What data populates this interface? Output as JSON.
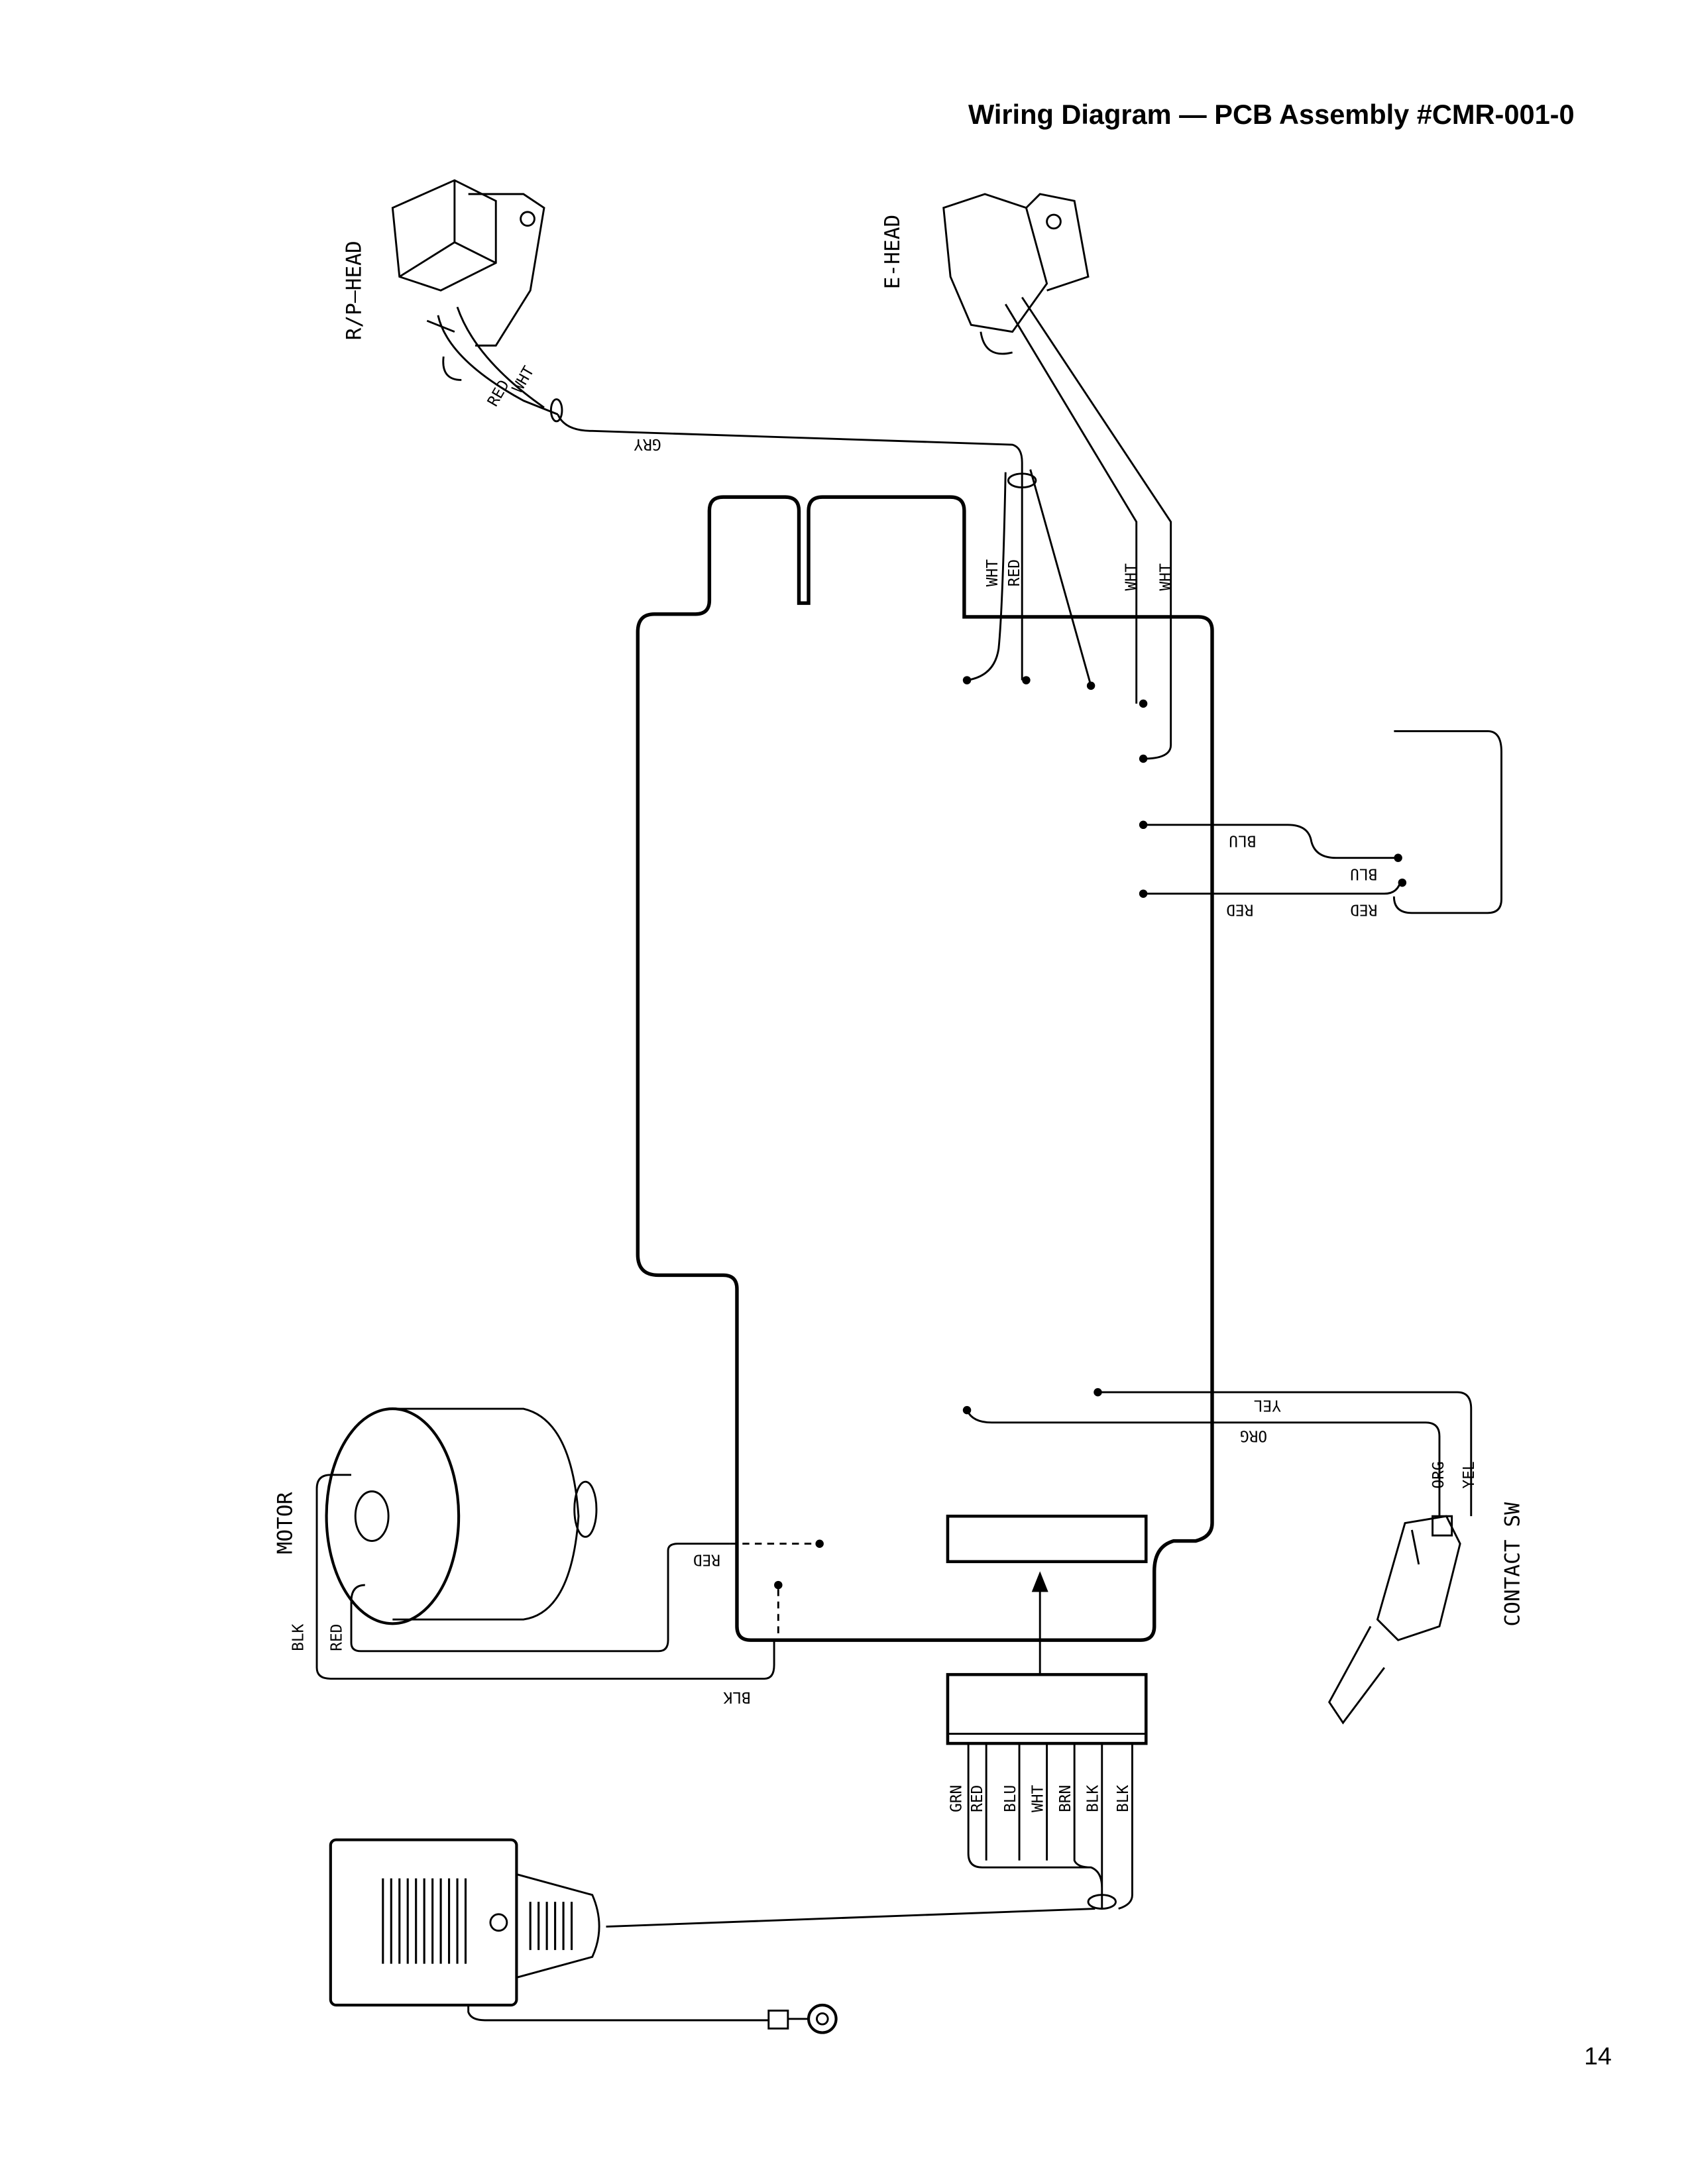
{
  "title": "Wiring Diagram — PCB Assembly #CMR-001-0",
  "page_number": "14",
  "components": {
    "rp_head": "R/P—HEAD",
    "e_head": "E-HEAD",
    "motor": "MOTOR",
    "contact_sw": "CONTACT SW"
  },
  "wire_labels": {
    "rp_wht": "WHT",
    "rp_red": "RED",
    "gry": "GRY",
    "pcb_wht": "WHT",
    "pcb_red": "RED",
    "ehead_wht1": "WHT",
    "ehead_wht2": "WHT",
    "blu1": "BLU",
    "blu2": "BLU",
    "red1": "RED",
    "red2": "RED",
    "yel": "YEL",
    "org": "ORG",
    "sw_org": "ORG",
    "sw_yel": "YEL",
    "motor_red": "RED",
    "motor_blk_label": "BLK",
    "motor_red_label": "RED",
    "blk": "BLK"
  },
  "connector_wires": [
    "GRN",
    "RED",
    "BLU",
    "WHT",
    "BRN",
    "BLK",
    "BLK"
  ]
}
